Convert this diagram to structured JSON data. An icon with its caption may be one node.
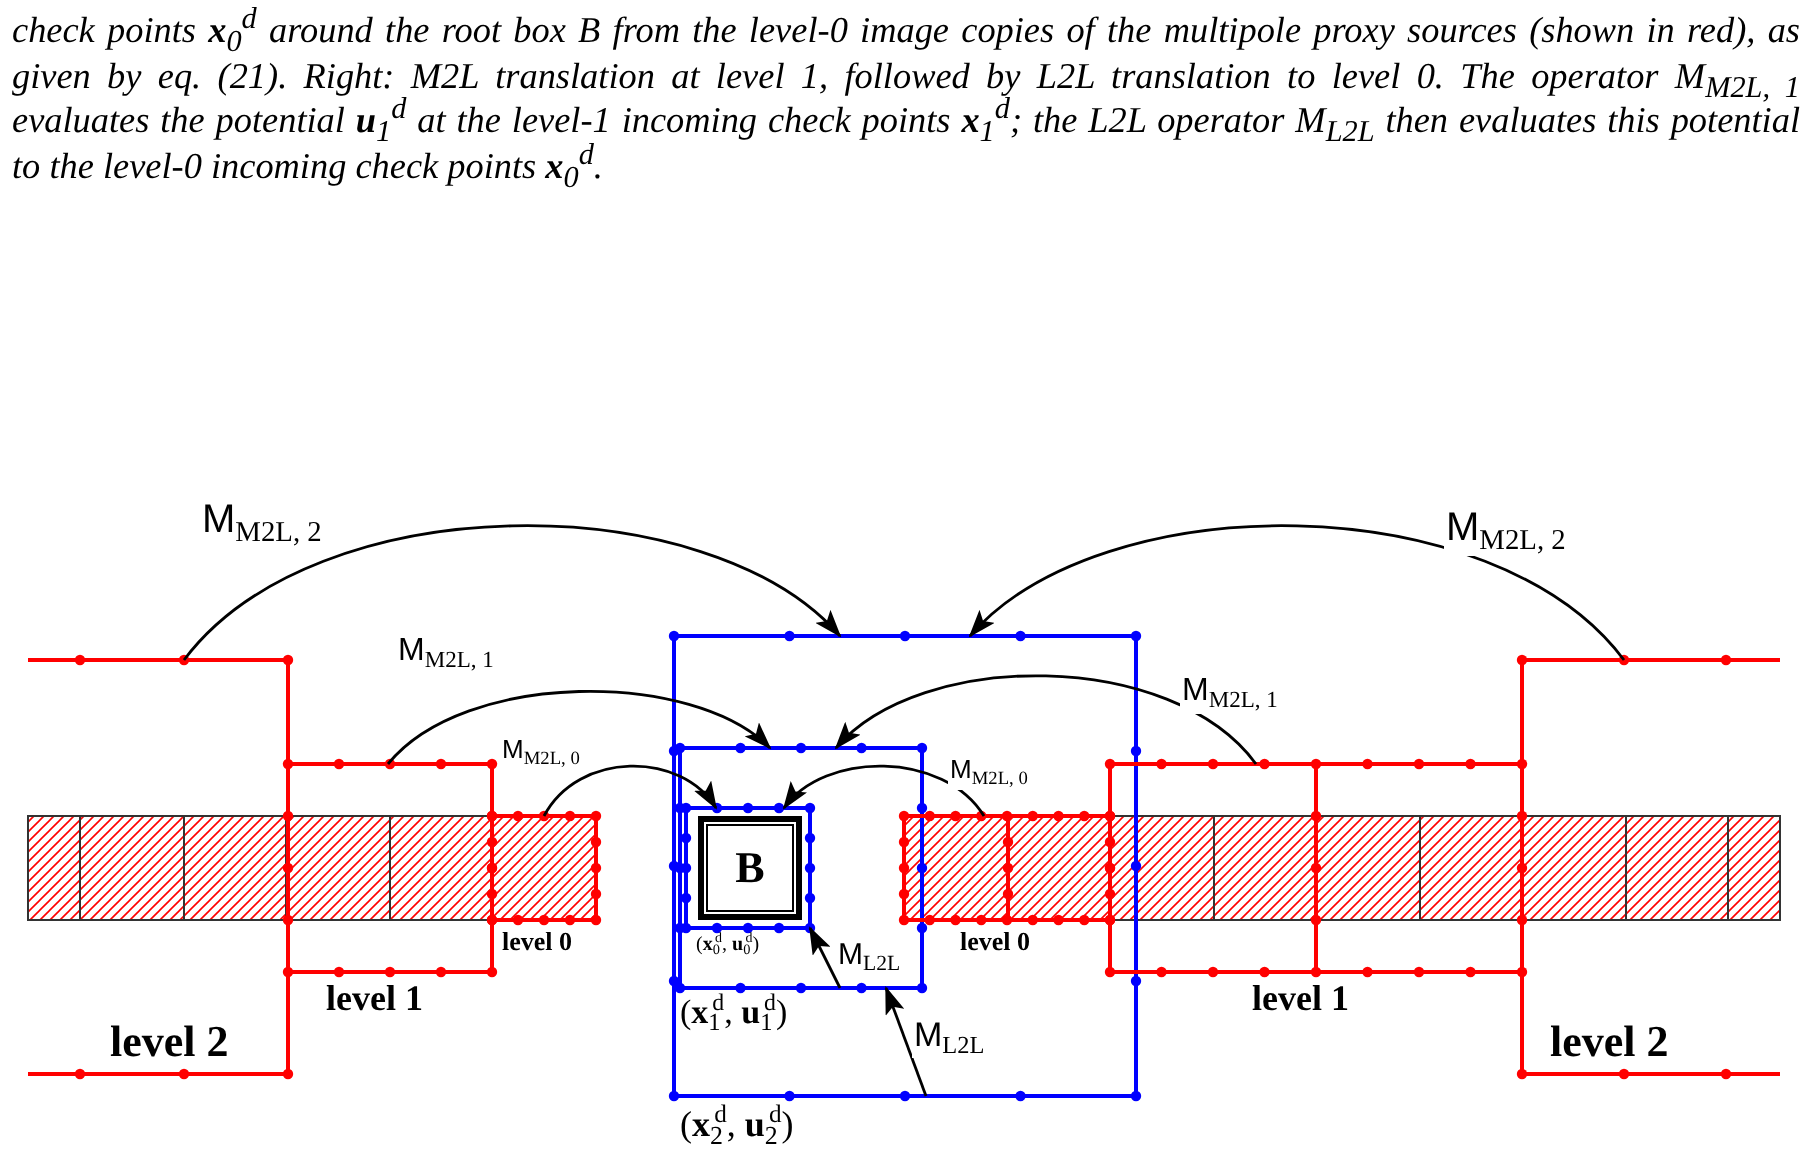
{
  "diagram": {
    "caption": "check points **x**$_{0}$$^{d}$ around the root box B from the level-0 image copies of the multipole proxy sources (shown in red), as given by eq. (21). Right: M2L translation at level 1, followed by L2L translation to level 0. The operator M$_{M2L, 1}$ evaluates the potential **u**$_{1}$$^{d}$ at the level-1 incoming check points **x**$_{1}$$^{d}$; the L2L operator M$_{L2L}$ then evaluates this potential to the level-0 incoming check points **x**$_{0}$$^{d}$.",
    "nodes": [
      {
        "text": [],
        "shape": "box",
        "beside": [
          "(**x**$_{2}$$^{d}$, **u**$_{2}$$^{d}$)"
        ]
      },
      {
        "text": [],
        "shape": "box",
        "in": 0,
        "beside": [
          "(**x**$_{1}$$^{d}$, **u**$_{1}$$^{d}$)"
        ]
      },
      {
        "text": [],
        "shape": "box",
        "in": 1,
        "beside": [
          "(**x**$_{0}$$^{d}$, **u**$_{0}$$^{d}$)"
        ]
      },
      {
        "text": [
          "B"
        ],
        "in": 2
      },
      {
        "text": [
          "level 2"
        ]
      },
      {
        "text": [],
        "shape": "box",
        "beside": [
          "level 1"
        ]
      },
      {
        "text": [],
        "shape": "box",
        "beside": [
          "level 0"
        ]
      },
      {
        "text": [],
        "shape": "box",
        "in": 0,
        "beside": [
          "level 0"
        ]
      },
      {
        "text": [],
        "shape": "box",
        "beside": [
          "level 1"
        ]
      },
      {
        "text": [
          "level 2"
        ]
      }
    ],
    "edges": [
      {
        "from": 4,
        "to": 0,
        "arrow": "to",
        "label": "M$_{M2L, 2}$"
      },
      {
        "from": 9,
        "to": 0,
        "arrow": "to",
        "label": "M$_{M2L, 2}$"
      },
      {
        "from": 5,
        "to": 1,
        "arrow": "to",
        "label": "M$_{M2L, 1}$"
      },
      {
        "from": 8,
        "to": 1,
        "arrow": "to",
        "label": "M$_{M2L, 1}$"
      },
      {
        "from": 6,
        "to": 2,
        "arrow": "to",
        "label": "M$_{M2L, 0}$"
      },
      {
        "from": 7,
        "to": 2,
        "arrow": "to",
        "label": "M$_{M2L, 0}$"
      },
      {
        "from": 0,
        "to": 1,
        "arrow": "to",
        "label": "M$_{L2L}$"
      },
      {
        "from": 1,
        "to": 2,
        "arrow": "to",
        "label": "M$_{L2L}$"
      }
    ]
  }
}
